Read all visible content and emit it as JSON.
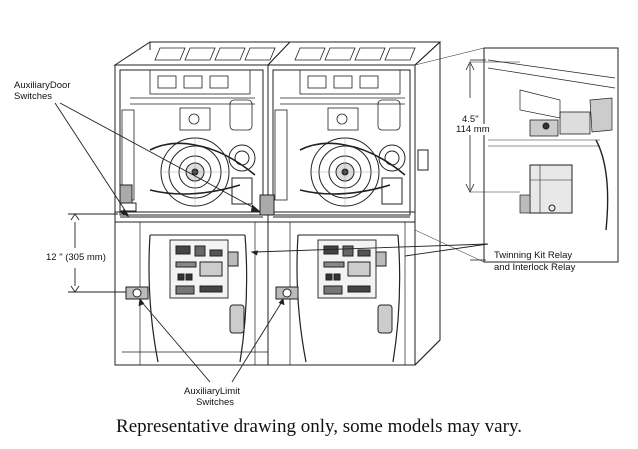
{
  "labels": {
    "aux_door_line1": "AuxiliaryDoor",
    "aux_door_line2": "Switches",
    "dimension_12": "12 \" (305 mm)",
    "dimension_45_line1": "4.5\"",
    "dimension_45_line2": "114 mm",
    "twinning_line1": "Twinning Kit Relay",
    "twinning_line2": "and Interlock Relay",
    "aux_limit_line1": "AuxiliaryLimit",
    "aux_limit_line2": "Switches"
  },
  "caption": "Representative drawing only, some models may vary.",
  "colors": {
    "line": "#222222",
    "fill": "#ffffff",
    "shade": "#555555"
  }
}
